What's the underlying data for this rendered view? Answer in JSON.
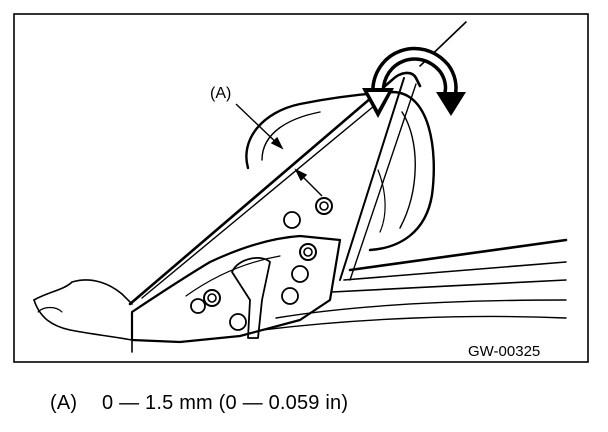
{
  "figure": {
    "callout_label": "(A)",
    "figure_code": "GW-00325"
  },
  "caption": {
    "tag": "(A)",
    "text": "0 — 1.5 mm (0 — 0.059 in)"
  }
}
